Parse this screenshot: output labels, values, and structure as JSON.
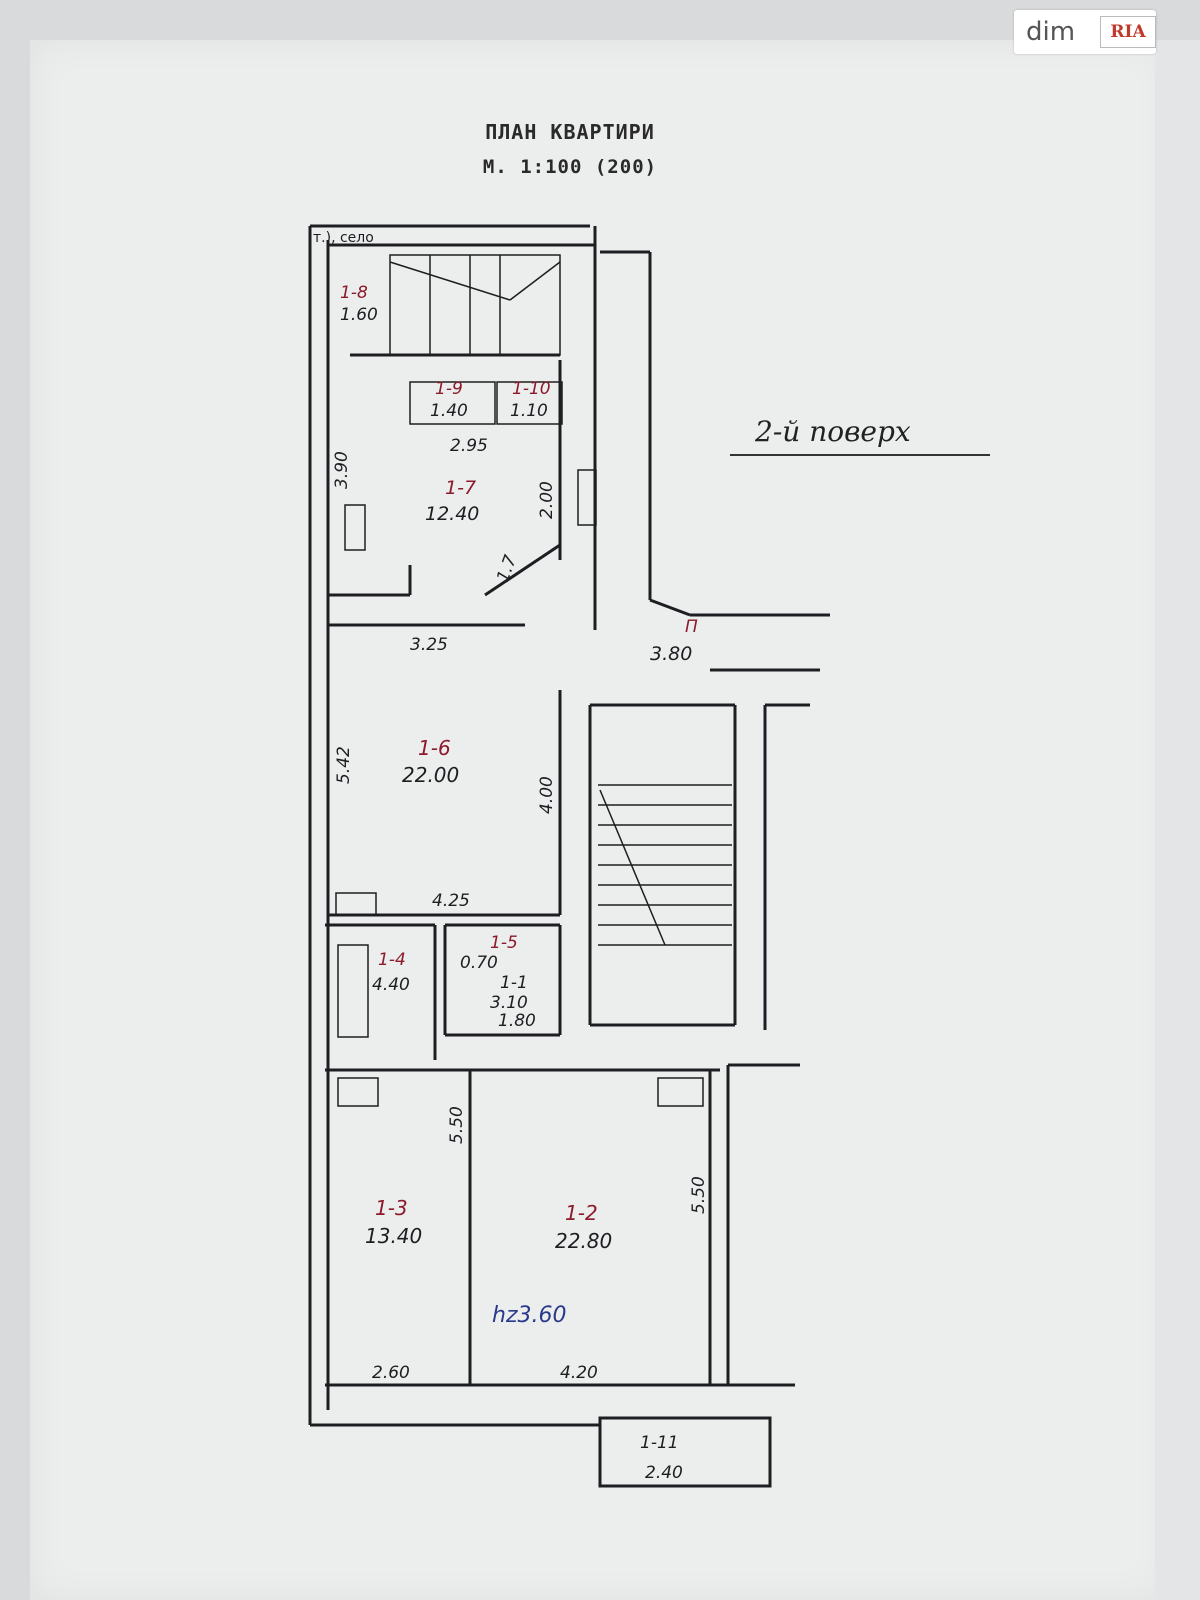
{
  "header": {
    "title": "ПЛАН КВАРТИРИ",
    "scale": "М. 1:100 (200)"
  },
  "floor_label": "2-й поверх",
  "corner_label": "т.), село",
  "ceiling_height": "hz3.60",
  "logo": {
    "brand": "dim",
    "brand_mark": "RIA"
  },
  "rooms": [
    {
      "id": "1-8",
      "area": "1.60"
    },
    {
      "id": "1-9",
      "area": "1.40"
    },
    {
      "id": "1-10",
      "area": "1.10"
    },
    {
      "id": "1-7",
      "area": "12.40"
    },
    {
      "id": "П",
      "area": "3.80"
    },
    {
      "id": "1-6",
      "area": "22.00"
    },
    {
      "id": "1-4",
      "area": "4.40"
    },
    {
      "id": "1-5",
      "area": "0.70"
    },
    {
      "id": "1-1",
      "area": "3.10"
    },
    {
      "id": "1-3",
      "area": "13.40"
    },
    {
      "id": "1-2",
      "area": "22.80"
    },
    {
      "id": "1-11",
      "area": "2.40"
    }
  ],
  "dimensions": [
    "2.95",
    "3.90",
    "2.00",
    "1.7",
    "3.25",
    "5.42",
    "4.00",
    "4.25",
    "1.80",
    "5.50",
    "5.50",
    "2.60",
    "4.20"
  ],
  "colors": {
    "ink": "#1e1e22",
    "red_ink": "#8b1a2a",
    "blue_ink": "#2a3a8a",
    "paper": "#eceded"
  }
}
